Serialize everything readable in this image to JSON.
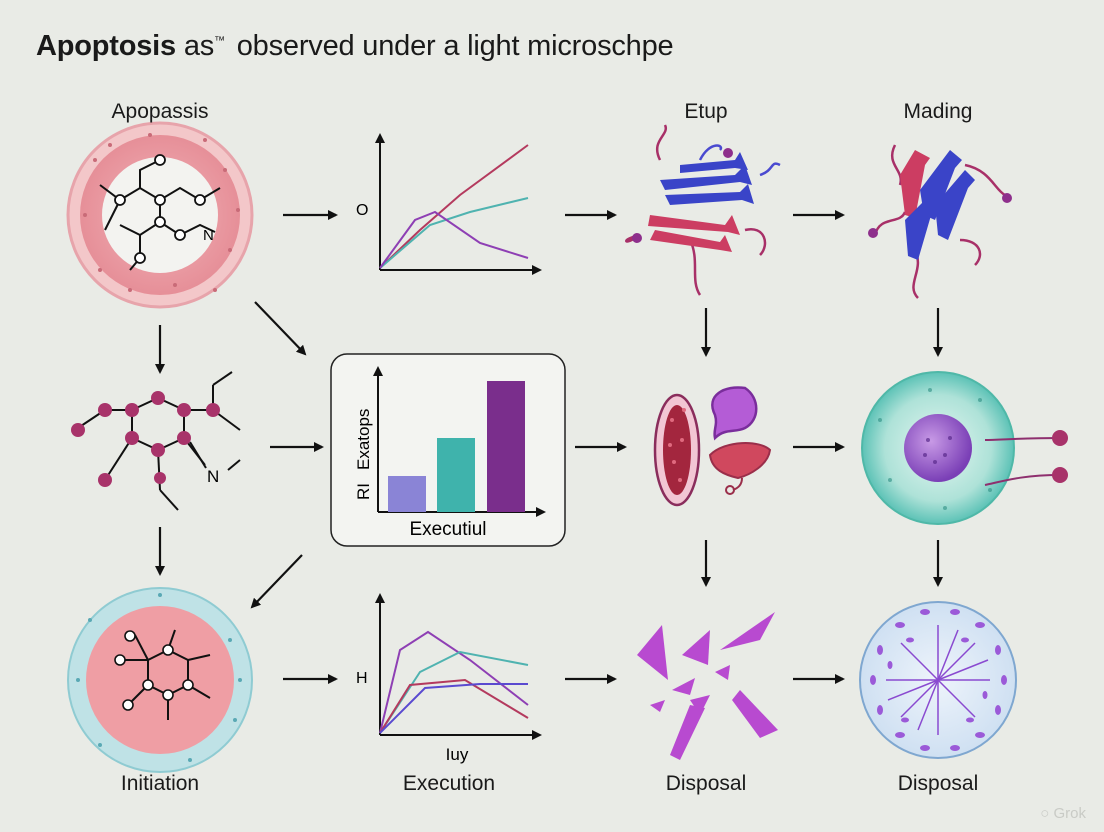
{
  "title": {
    "bold_part": "Apoptosis",
    "mid_part": "as",
    "sup_mark": "™",
    "rest_part": "observed under a light microschpe"
  },
  "labels": {
    "top_left": "Apopassis",
    "top_center_right": "Etup",
    "top_right": "Mading",
    "bottom_left": "Initiation",
    "bottom_center_left": "Execution",
    "bottom_center_right": "Disposal",
    "bottom_right": "Disposal"
  },
  "chart_top": {
    "ylabel": "O",
    "series_colors": [
      "#b43a5e",
      "#4fb3b0",
      "#8e3fb4"
    ]
  },
  "chart_center": {
    "ylabel_1": "RI",
    "ylabel_2": "Exatops",
    "xlabel": "Executiul",
    "bar_colors": [
      "#8a84d6",
      "#3fb3ac",
      "#7a2e8c"
    ]
  },
  "chart_bottom": {
    "ylabel": "H",
    "xlabel": "Iuy",
    "series_colors": [
      "#8e3fb4",
      "#b43a5e",
      "#4fb3b0",
      "#d24a4a"
    ]
  },
  "molecule_labels": {
    "n_top": "N",
    "n_middle": "N"
  },
  "watermark": "Grok"
}
